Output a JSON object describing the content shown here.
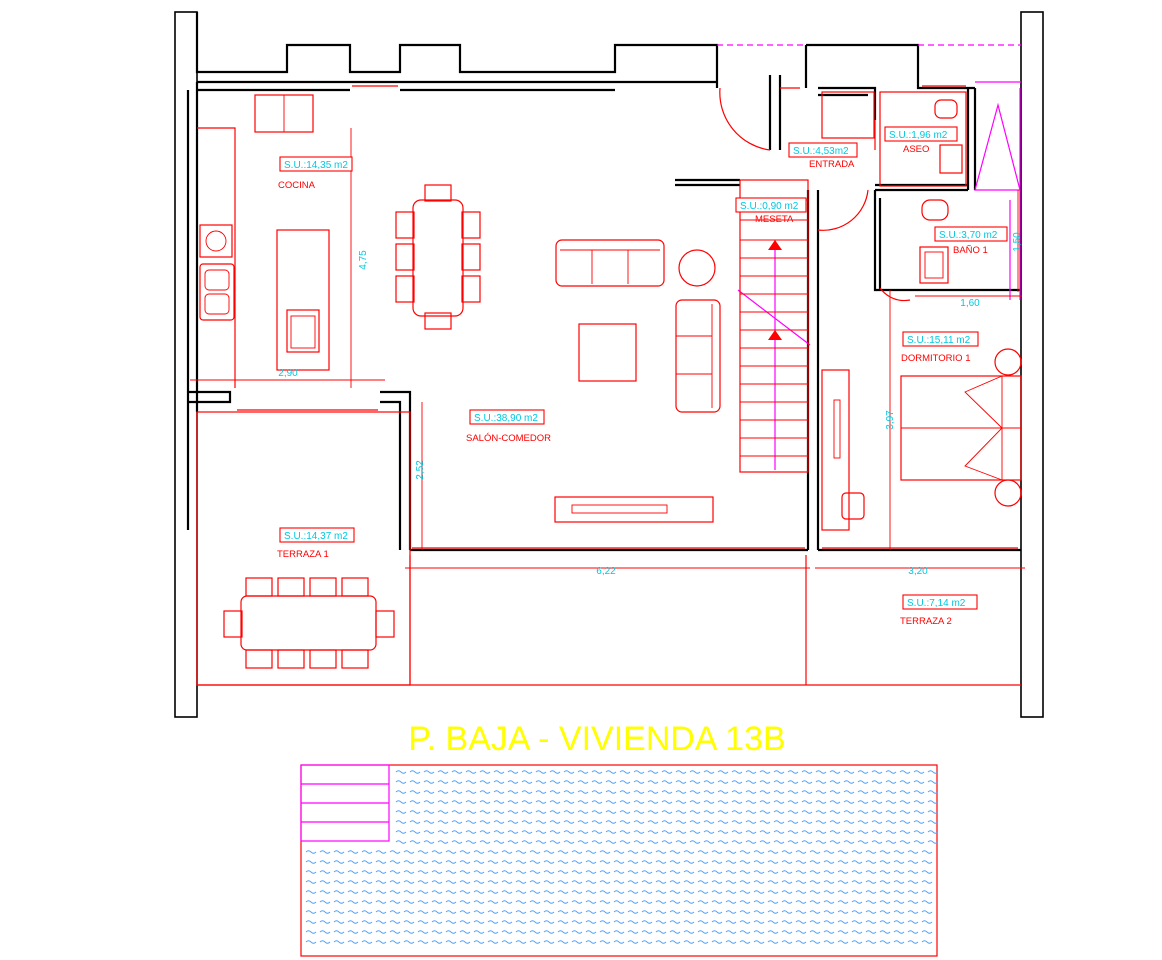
{
  "title": "P. BAJA - VIVIENDA 13B",
  "rooms": {
    "cocina": {
      "name": "COCINA",
      "area": "S.U.:14,35 m2"
    },
    "salon": {
      "name": "SALÓN-COMEDOR",
      "area": "S.U.:38,90 m2"
    },
    "entrada": {
      "name": "ENTRADA",
      "area": "S.U.:4,53m2"
    },
    "aseo": {
      "name": "ASEO",
      "area": "S.U.:1,96 m2"
    },
    "meseta": {
      "name": "MESETA",
      "area": "S.U.:0,90 m2"
    },
    "bano1": {
      "name": "BAÑO 1",
      "area": "S.U.:3,70 m2"
    },
    "dormitorio1": {
      "name": "DORMITORIO 1",
      "area": "S.U.:15,11 m2"
    },
    "terraza1": {
      "name": "TERRAZA 1",
      "area": "S.U.:14,37 m2"
    },
    "terraza2": {
      "name": "TERRAZA 2",
      "area": "S.U.:7,14 m2"
    }
  },
  "dimensions": {
    "cocina_height": "4,75",
    "cocina_width": "2,90",
    "salon_height": "2,52",
    "salon_width": "6,22",
    "bano_height": "1,50",
    "bano_width": "1,60",
    "dormitorio_height": "3,97",
    "dormitorio_width": "3,20"
  },
  "colors": {
    "walls": "#000000",
    "furniture": "#ff0000",
    "labels": "#00c8e0",
    "title": "#ffff00",
    "railing": "#ff00ff",
    "water": "#4aa0ff"
  }
}
